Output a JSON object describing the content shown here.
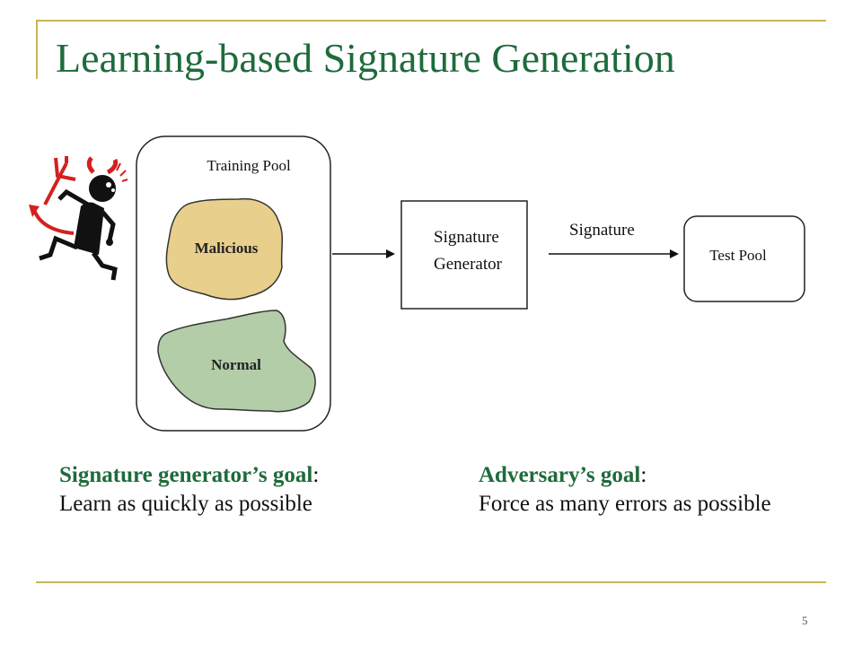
{
  "slide": {
    "title": "Learning-based Signature Generation",
    "page_number": "5"
  },
  "diagram": {
    "training_pool_label": "Training Pool",
    "malicious_label": "Malicious",
    "normal_label": "Normal",
    "generator_label_line1": "Signature",
    "generator_label_line2": "Generator",
    "arrow_label": "Signature",
    "test_pool_label": "Test Pool",
    "colors": {
      "malicious_fill": "#e8cf8c",
      "normal_fill": "#b3cda8",
      "devil_red": "#d42020",
      "title_green": "#1e6b3c"
    }
  },
  "goals": {
    "generator": {
      "title": "Signature generator’s goal",
      "colon": ":",
      "text": "Learn as quickly as possible"
    },
    "adversary": {
      "title": "Adversary’s goal",
      "colon": ":",
      "text": "Force as many errors as possible"
    }
  }
}
